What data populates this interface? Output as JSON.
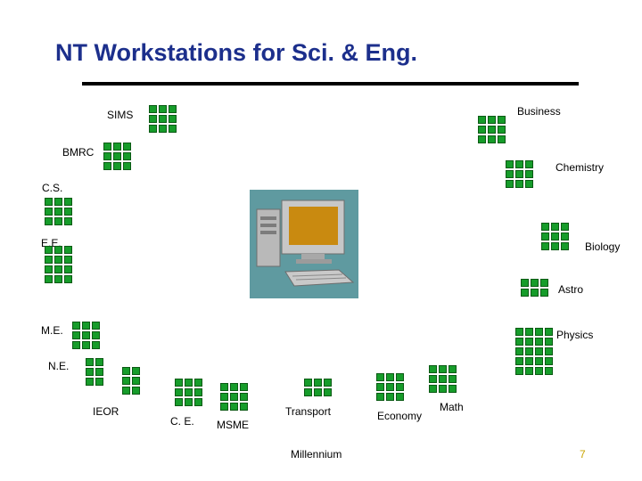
{
  "slide": {
    "title": "NT Workstations for Sci. & Eng.",
    "footer": "Millennium",
    "page_number": "7",
    "accent_color": "#1c2f8c",
    "workstation_color": "#169c2a"
  },
  "labels": {
    "sims": "SIMS",
    "business": "Business",
    "bmrc": "BMRC",
    "chemistry": "Chemistry",
    "cs": "C.S.",
    "ee": "E.E.",
    "biology": "Biology",
    "astro": "Astro",
    "me": "M.E.",
    "physics": "Physics",
    "ne": "N.E.",
    "ieor": "IEOR",
    "ce": "C. E.",
    "msme": "MSME",
    "transport": "Transport",
    "economy": "Economy",
    "math": "Math"
  }
}
